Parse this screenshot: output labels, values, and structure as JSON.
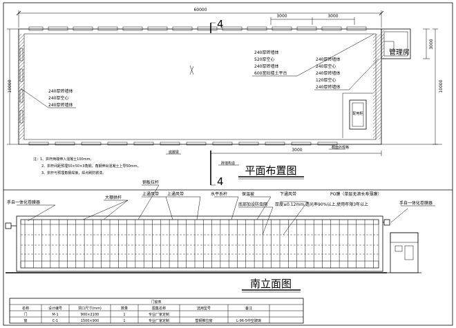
{
  "plan": {
    "title": "平面布置图",
    "dim_total_width": "60000",
    "dim_top_segments": [
      "3000",
      "3000"
    ],
    "dim_right_top": "3000",
    "dim_right_main": "10000",
    "dim_left_main": "10000",
    "dim_bottom": "3000",
    "section_mark": "4",
    "manager_room": "管理房",
    "equipment_label": "配电柜",
    "right_wall_layers": [
      "240厚砖墙体",
      "520厚空心",
      "240厚砖墙体",
      "600宽砼楼土平台"
    ],
    "right_room_layers": [
      "240厚砖墙体",
      "240厚空心",
      "240厚砖墙体",
      "120厚空心",
      "240厚砖墙体"
    ],
    "left_wall_layers": [
      "240厚砖墙体",
      "240厚空心",
      "240厚砖墙体"
    ],
    "bottom_label_a": "底脚梁",
    "bottom_label_b": "截面外规格",
    "bottom_label_c": "砖墙构造",
    "notes": [
      "注：1、拱杆两端伸入混凝土100mm。",
      "2、拱杆间距预埋50×50×3角钢，角钢伸出混凝土上导50mm。",
      "3、拱杆与预埋角钢焊接，焊点刷防锈漆。"
    ]
  },
  "elevation": {
    "title": "南立面图",
    "labels": {
      "left_rolling_machine": "手自一体化卷膜器",
      "right_rolling_machine": "手自一体化卷膜器",
      "arch_rod": "大棚拱杆",
      "upper_vent_a": "上通风带",
      "upper_vent_b": "上通风带",
      "purlin": "钢板拉杆",
      "horizontal_rod": "水平系杆",
      "insulation": "保温被",
      "lower_vent": "下通风带",
      "bottom_net": "底部加设防虫网",
      "po_film": "PO膜（单层无滴长寿薄膜）",
      "film_spec": "厚度≥0.12mm,透光率90%以上,使用年限3年以上"
    }
  },
  "table": {
    "title": "门窗表",
    "rows": [
      [
        "名称",
        "设计编号",
        "洞口尺寸(mm)",
        "数量",
        "图集名称",
        "选用型号",
        "备注"
      ],
      [
        "门",
        "M-1",
        "900×2100",
        "1",
        "专业厂家定制",
        "",
        "",
        ""
      ],
      [
        "窗",
        "C-1",
        "1500×900",
        "1",
        "专业厂家定制",
        "塑钢推拉窗",
        "L-96-5中空玻璃"
      ]
    ]
  }
}
